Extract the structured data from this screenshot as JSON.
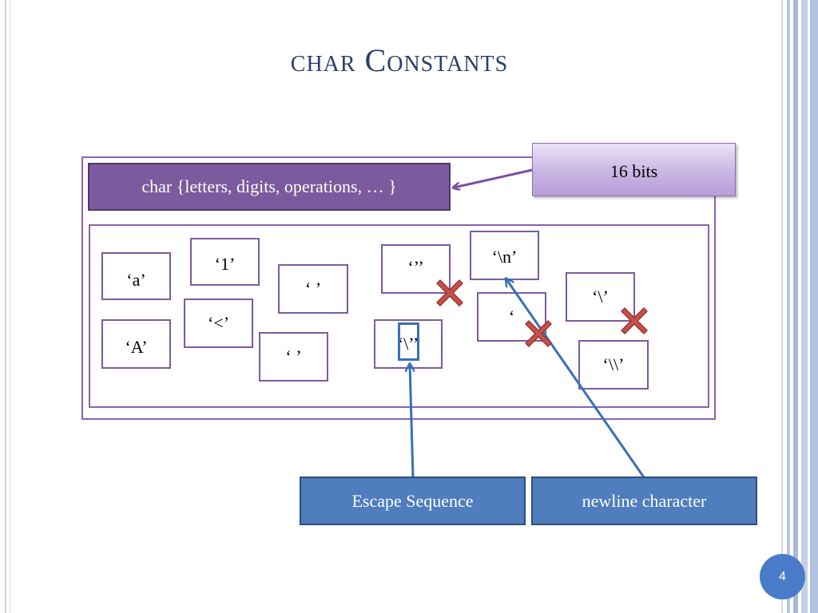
{
  "slide": {
    "title_first": "char",
    "title_second": "Constants",
    "set_label": "char {letters, digits, operations, … }",
    "bits_label": "16 bits",
    "page_number": "4"
  },
  "char_constants": [
    {
      "id": "a",
      "text": "‘a’"
    },
    {
      "id": "A",
      "text": "‘A’"
    },
    {
      "id": "one",
      "text": "‘1’"
    },
    {
      "id": "lt",
      "text": "‘<’"
    },
    {
      "id": "space",
      "text": "‘ ’"
    },
    {
      "id": "quotes",
      "text": "‘ ’"
    },
    {
      "id": "double-quote",
      "text": "‘’’"
    },
    {
      "id": "escaped-quote",
      "text": "‘\\’’"
    },
    {
      "id": "newline",
      "text": "‘\\n’"
    },
    {
      "id": "single-quote",
      "text": "‘"
    },
    {
      "id": "backslash",
      "text": "‘\\’"
    },
    {
      "id": "double-backslash",
      "text": "‘\\\\’"
    }
  ],
  "labels": {
    "escape_sequence": "Escape Sequence",
    "newline_character": "newline character"
  },
  "colors": {
    "title": "#2e3d6b",
    "frame": "#8a63a8",
    "set_label_bg": "#7b5a9d",
    "label_bg": "#4f7dbd",
    "invalid_mark": "#c8504a"
  },
  "icons": {
    "invalid": "x-mark-icon"
  }
}
